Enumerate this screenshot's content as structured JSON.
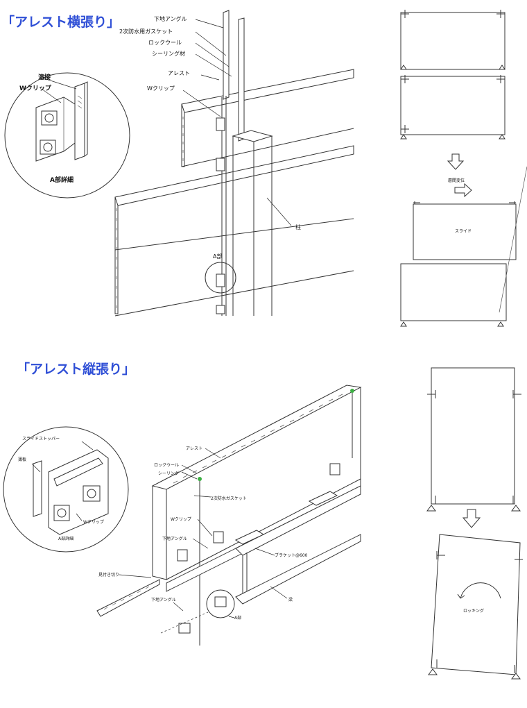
{
  "sections": {
    "horizontal_title": "「アレスト横張り」",
    "vertical_title": "「アレスト縦張り」"
  },
  "horizontal": {
    "labels": {
      "base_angle": "下地アングル",
      "secondary_gasket": "2次防水用ガスケット",
      "rock_wool": "ロックウール",
      "sealing": "シーリング材",
      "alest": "アレスト",
      "w_clip": "Wクリップ",
      "column": "柱",
      "part_a": "A部"
    },
    "detail": {
      "weld": "溶接",
      "w_clip": "Wクリップ",
      "caption": "A部詳細"
    },
    "motion": {
      "interstory": "層間変位",
      "slide": "スライド"
    }
  },
  "vertical": {
    "labels": {
      "alest": "アレスト",
      "rock_wool": "ロックウール",
      "sealing": "シーリング",
      "gasket": "2次防水ガスケット",
      "w_clip": "Wクリップ",
      "base_angle": "下地アングル",
      "bracket": "ブラケット@600",
      "beam": "梁",
      "edge_cut": "見付き切り",
      "base_angle_lower": "下地アングル",
      "part_a": "A部"
    },
    "detail": {
      "slide_stopper": "スライドストッパー",
      "shim": "薄板",
      "w_clip": "Wクリップ",
      "caption": "A部詳細"
    },
    "motion": {
      "rocking": "ロッキング"
    }
  }
}
